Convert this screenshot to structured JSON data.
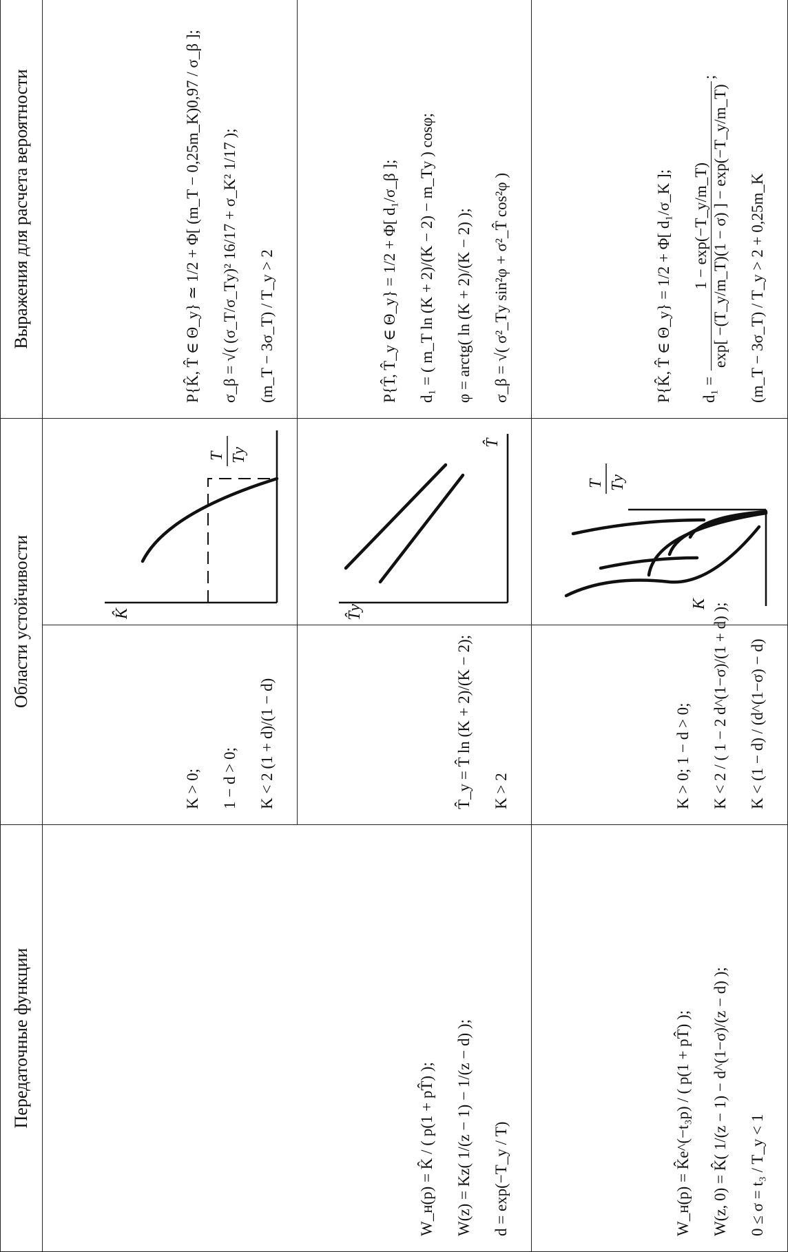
{
  "headers": {
    "col1": "Передаточные функции",
    "col2": "Области устойчивости",
    "col3": "Выражения для расчета вероятности"
  },
  "rows": [
    {
      "transfer": {
        "w_cont": "W_н(p) = K̂ / ( p(1 + pT̂) );",
        "w_disc": "W(z) = Kz( 1/(z − 1) − 1/(z − d) );",
        "d": "d = exp(−T_у / T)"
      },
      "conditions": [
        "K > 0;",
        "1 − d > 0;",
        "K < 2 (1 + d)/(1 − d)"
      ],
      "plot": {
        "y_label": "K̂",
        "x_label_num": "T",
        "x_label_den": "Tу"
      },
      "probability": {
        "p_expr": "P{K̂, T̂ ∈ Θ_у} ≃ 1/2 + Φ[ (m_T − 0,25m_K)0,97 / σ_β ];",
        "sigma_beta": "σ_β = √( (σ_T/σ_Tу)² 16/17 + σ_K² 1/17 );",
        "cond": "(m_T − 3σ_T) / T_у > 2"
      }
    },
    {
      "conditions": [
        "T̂_у = T̂ ln (K + 2)/(K − 2);",
        "K > 2"
      ],
      "plot": {
        "y_label": "T̂у",
        "x_label": "T̂"
      },
      "probability": {
        "p_expr": "P{T̂, T̂_у ∈ Θ_у} = 1/2 + Φ[ d₁/σ_β ];",
        "d1": "d₁ = ( m_T ln (K + 2)/(K − 2) − m_Tу ) cosφ;",
        "phi": "φ = arctg( ln (K + 2)/(K − 2) );",
        "sigma_beta": "σ_β = √( σ²_Tу sin²φ + σ²_T̂ cos²φ )"
      }
    },
    {
      "transfer": {
        "w_cont": "W_н(p) = K̂e^(−t₃p) / ( p(1 + pT̂) );",
        "w_disc": "W(z, 0) = K̂( 1/(z − 1) − d^(1−σ)/(z − d) );",
        "sigma": "0 ≤ σ = t₃ / T_у < 1"
      },
      "conditions": [
        "K > 0; 1 − d > 0;",
        "K < 2 / ( 1 − 2 d^(1−σ)/(1 + d) );",
        "K < (1 − d) / (d^(1−σ) − d)"
      ],
      "plot": {
        "y_label": "K",
        "x_label_num": "T",
        "x_label_den": "Tу"
      },
      "probability": {
        "p_expr": "P{K̂, T̂ ∈ Θ_у} = 1/2 + Φ[ d₁/σ_K ];",
        "d1_num": "1 − exp(−T_у/m_T)",
        "d1_den": "exp[ −(T_у/m_T)(1 − σ) ] − exp(−T_у/m_T)",
        "d1_prefix": "d₁ =",
        "cond": "(m_T − 3σ_T) / T_у > 2 + 0,25m_K"
      }
    }
  ]
}
